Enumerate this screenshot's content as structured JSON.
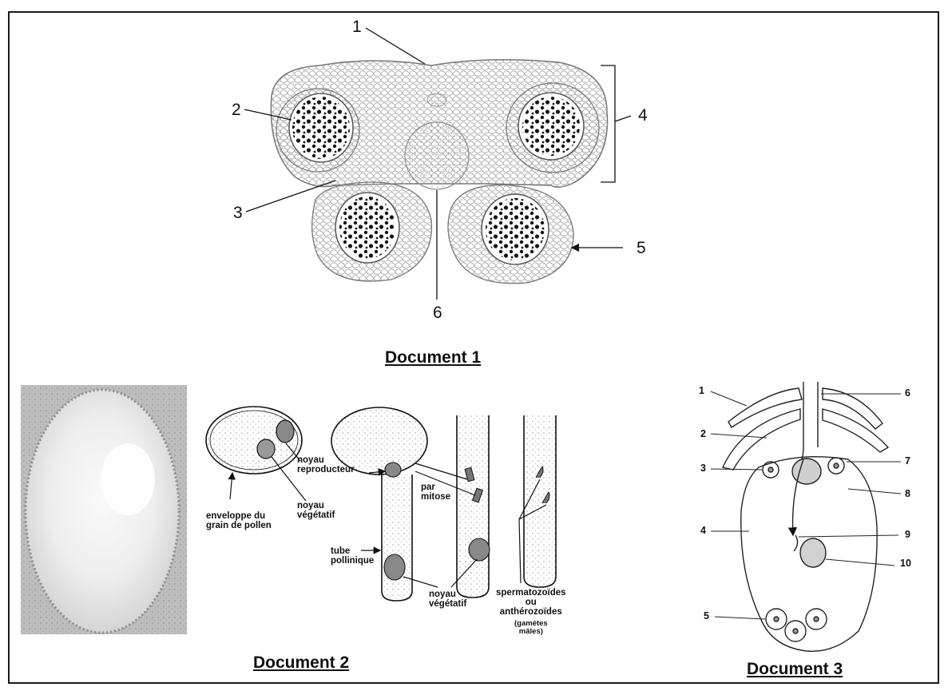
{
  "document1": {
    "title": "Document 1",
    "labels": [
      "1",
      "2",
      "3",
      "4",
      "5",
      "6"
    ]
  },
  "document2": {
    "title": "Document 2",
    "annotations": {
      "noyau_reproducteur": [
        "noyau",
        "reproducteur"
      ],
      "noyau_vegetatif_1": [
        "noyau",
        "végétatif"
      ],
      "enveloppe": [
        "enveloppe du",
        "grain de pollen"
      ],
      "par_mitose": [
        "par",
        "mitose"
      ],
      "tube": [
        "tube",
        "pollinique"
      ],
      "noyau_vegetatif_2": [
        "noyau",
        "végétatif"
      ],
      "spermatozoides": [
        "spermatozoïdes",
        "ou",
        "anthérozoïdes"
      ],
      "gametes": [
        "(gamètes",
        "mâles)"
      ]
    }
  },
  "document3": {
    "title": "Document 3",
    "labels": [
      "1",
      "2",
      "3",
      "4",
      "5",
      "6",
      "7",
      "8",
      "9",
      "10"
    ]
  }
}
